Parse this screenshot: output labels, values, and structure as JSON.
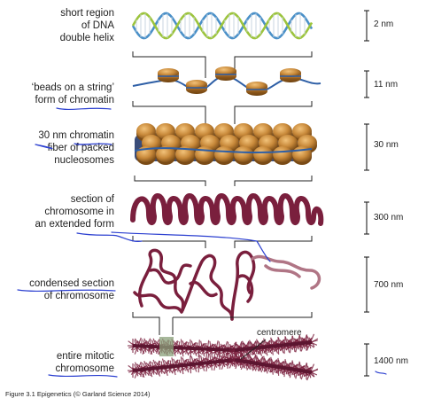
{
  "stages": [
    {
      "label_lines": [
        "short region",
        "of DNA",
        "double helix"
      ],
      "scale": "2 nm"
    },
    {
      "label_lines": [
        "‘beads on a string’",
        "form of chromatin"
      ],
      "scale": "11 nm"
    },
    {
      "label_lines": [
        "30 nm chromatin",
        "fiber of packed",
        "nucleosomes"
      ],
      "scale": "30 nm"
    },
    {
      "label_lines": [
        "section of",
        "chromosome in",
        "an extended form"
      ],
      "scale": "300 nm"
    },
    {
      "label_lines": [
        "condensed section",
        "of chromosome"
      ],
      "scale": "700 nm"
    },
    {
      "label_lines": [
        "entire mitotic",
        "chromosome"
      ],
      "scale": "1400 nm"
    }
  ],
  "annotations": {
    "centromere": "centromere"
  },
  "caption": "Figure 3.1  Epigenetics (© Garland Science 2014)",
  "colors": {
    "dna_blue": "#4a90c8",
    "dna_green": "#9cc43c",
    "bead": "#c8893a",
    "chromatin": "#7a1f3d",
    "pen": "#2b3fd0"
  }
}
